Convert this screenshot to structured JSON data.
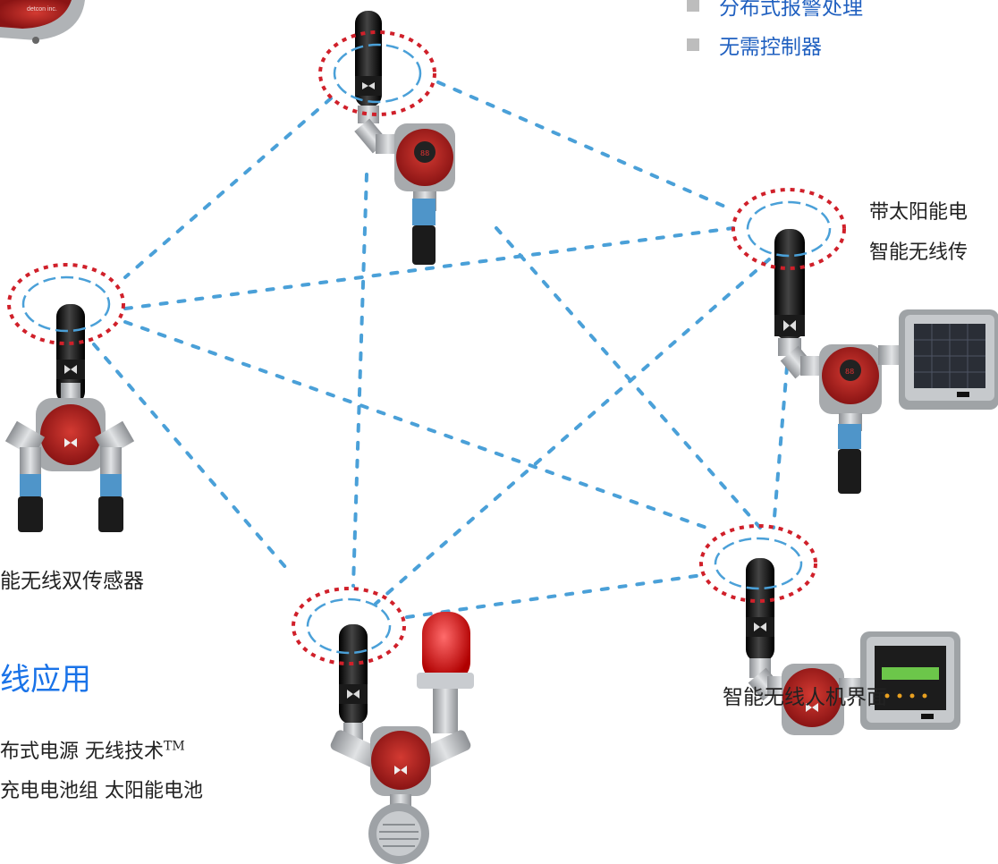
{
  "bullets": [
    {
      "label": "分布式报警处理"
    },
    {
      "label": "无需控制器"
    }
  ],
  "labels": {
    "solar": [
      "带太阳能电",
      "智能无线传"
    ],
    "dual": "能无线双传感器",
    "hmi": "智能无线人机界面",
    "section_title": "线应用",
    "feature_line1": "布式电源 无线技术",
    "feature_line1_sup": "TM",
    "feature_line2": "充电电池组 太阳能电池"
  },
  "device_brand_text": "detcon inc.",
  "colors": {
    "link_dash": "#4aa0d8",
    "outer_ring": "#d0202a",
    "inner_ring": "#4aa0d8",
    "antenna": "#1e1e1e",
    "housing_red": "#b51d1d",
    "steel": "#b9bcbf",
    "accent_blue": "#1a73e8"
  }
}
